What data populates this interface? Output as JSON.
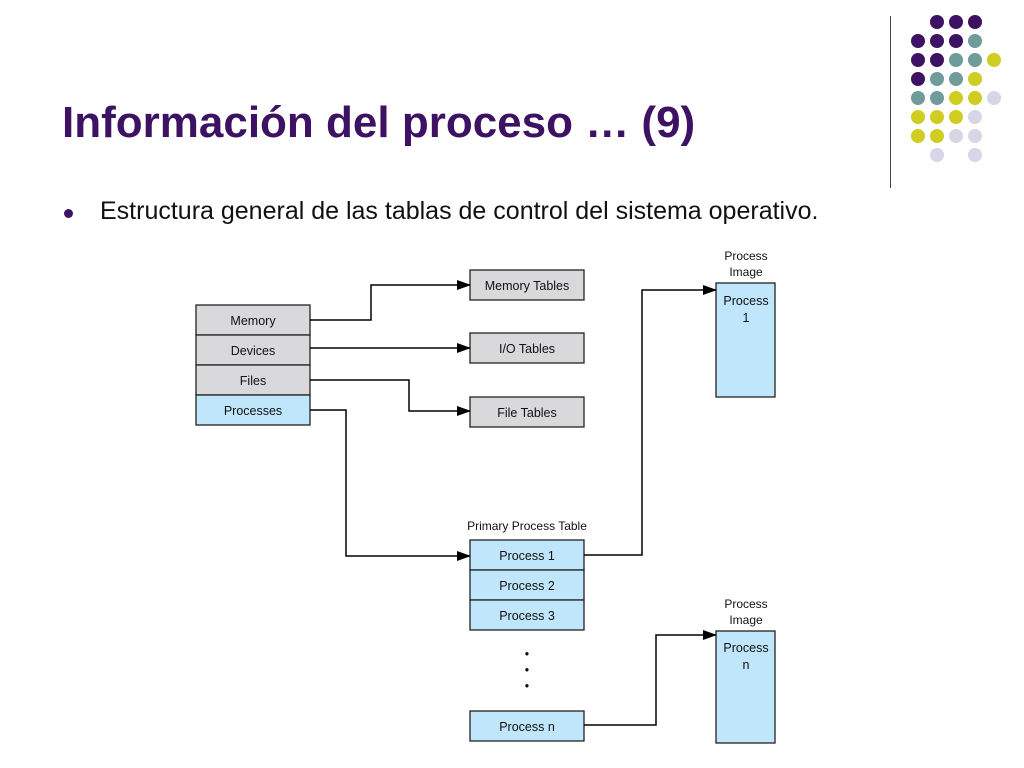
{
  "slide": {
    "title": "Información del proceso … (9)",
    "bullet": "Estructura general de las tablas de control del sistema operativo."
  },
  "colors": {
    "title": "#3d1263",
    "gray_box": "#d9d9dc",
    "blue_box": "#bfe6fb",
    "dot_purple": "#3d1263",
    "dot_teal": "#6f9b9a",
    "dot_yellow": "#cfcc22",
    "dot_lavender": "#d6d6e6"
  },
  "diagram": {
    "resources": [
      "Memory",
      "Devices",
      "Files",
      "Processes"
    ],
    "tables": {
      "memory": "Memory Tables",
      "io": "I/O Tables",
      "file": "File Tables"
    },
    "primary_process_table": {
      "label": "Primary Process Table",
      "rows": [
        "Process 1",
        "Process 2",
        "Process 3",
        "Process n"
      ],
      "ellipsis": "•"
    },
    "process_images": [
      {
        "label_line1": "Process",
        "label_line2": "Image",
        "content_line1": "Process",
        "content_line2": "1"
      },
      {
        "label_line1": "Process",
        "label_line2": "Image",
        "content_line1": "Process",
        "content_line2": "n"
      }
    ]
  }
}
